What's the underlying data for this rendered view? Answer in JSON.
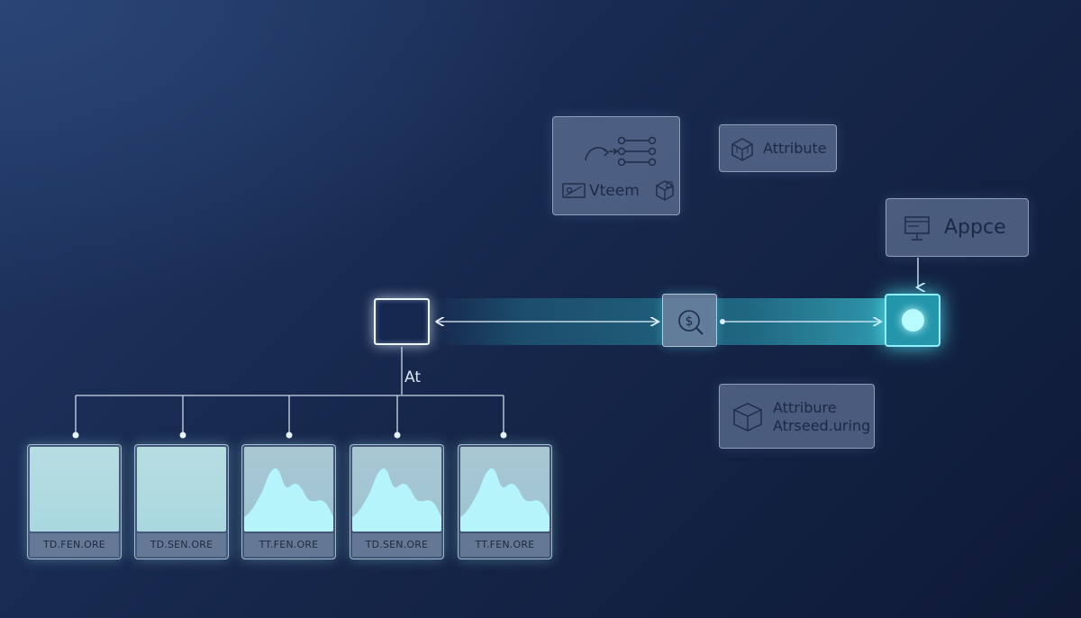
{
  "diagram": {
    "center_label": "At",
    "top_panel": {
      "label": "Vteem",
      "icons": [
        "curved-arrow-icon",
        "node-list-icon",
        "id-card-icon",
        "package-icon"
      ]
    },
    "attribute_panel": {
      "label": "Attribute",
      "icon": "cube-icon"
    },
    "appce_panel": {
      "label": "Appce",
      "icon": "monitor-icon"
    },
    "attribure_panel": {
      "line1": "Attribure",
      "line2": "Atrseed.uring",
      "icon": "cube-outline-icon"
    },
    "flow_nodes": [
      {
        "name": "root-node",
        "icon": "none"
      },
      {
        "name": "dollar-node",
        "icon": "dollar-search-icon"
      },
      {
        "name": "end-node",
        "icon": "dot-icon"
      }
    ],
    "cards": [
      {
        "caption": "TD.FEN.ORE",
        "chart": false
      },
      {
        "caption": "TD.SEN.ORE",
        "chart": false
      },
      {
        "caption": "TT.FEN.ORE",
        "chart": true
      },
      {
        "caption": "TD.SEN.ORE",
        "chart": true
      },
      {
        "caption": "TT.FEN.ORE",
        "chart": true
      }
    ],
    "colors": {
      "accent_cyan": "#8ef0ff",
      "panel_fill": "#7c8caf",
      "background": "#17284d"
    }
  }
}
